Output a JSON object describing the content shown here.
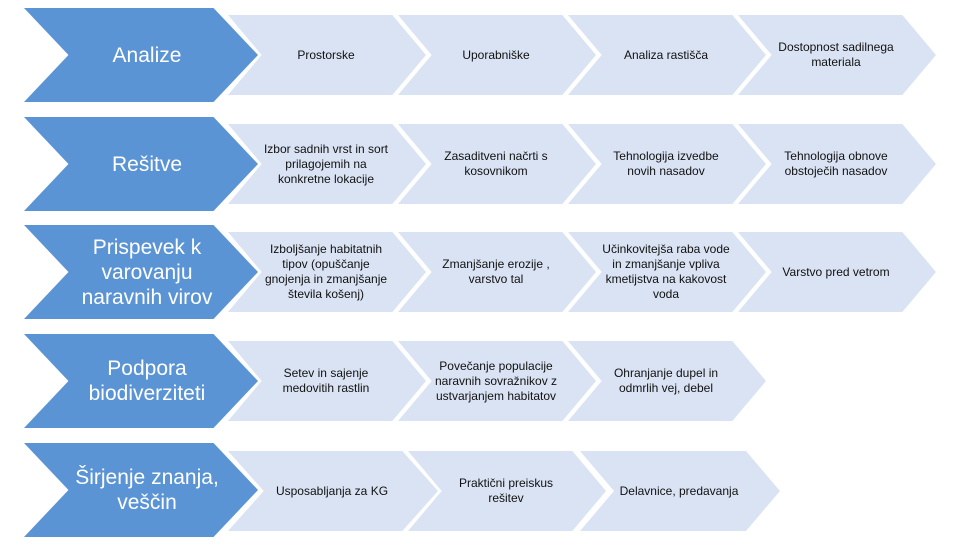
{
  "rows": [
    {
      "title": "Analize",
      "items": [
        "Prostorske",
        "Uporabniške",
        "Analiza rastišča",
        "Dostopnost sadilnega materiala"
      ]
    },
    {
      "title": "Rešitve",
      "items": [
        "Izbor sadnih vrst in sort prilagojemih na konkretne lokacije",
        "Zasaditveni načrti s kosovnikom",
        "Tehnologija izvedbe novih nasadov",
        "Tehnologija obnove obstoječih nasadov"
      ]
    },
    {
      "title": "Prispevek k varovanju naravnih virov",
      "items": [
        "Izboljšanje habitatnih tipov (opuščanje gnojenja in zmanjšanje števila košenj)",
        "Zmanjšanje erozije , varstvo tal",
        "Učinkovitejša raba vode in zmanjšanje vpliva kmetijstva na kakovost voda",
        "Varstvo pred vetrom"
      ]
    },
    {
      "title": "Podpora biodiverziteti",
      "items": [
        "Setev in sajenje medovitih rastlin",
        "Povečanje populacije naravnih sovražnikov z ustvarjanjem habitatov",
        "Ohranjanje dupel in odmrlih vej, debel"
      ]
    },
    {
      "title": "Širjenje znanja, veščin",
      "items": [
        "Usposabljanja za KG",
        "Praktični preiskus rešitev",
        "Delavnice, predavanja"
      ]
    }
  ]
}
